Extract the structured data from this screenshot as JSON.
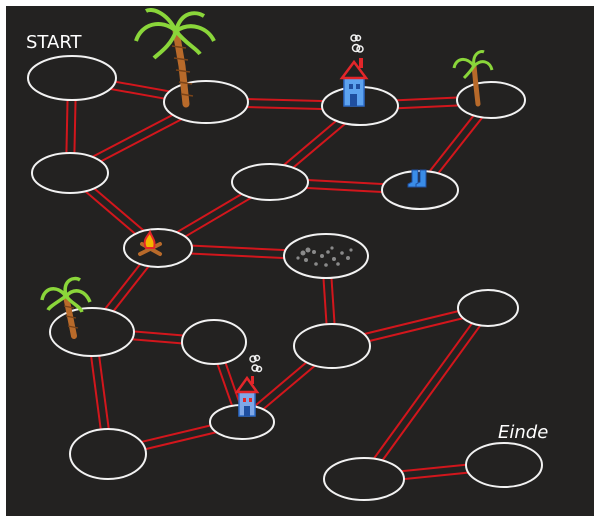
{
  "labels": {
    "start": "START",
    "end": "Einde"
  },
  "colors": {
    "background": "#232221",
    "island_outline": "#f2f2f2",
    "bridge": "#d2161c",
    "palm_leaves": "#8ad63a",
    "trunk": "#b86a2a",
    "house": "#5da3ef",
    "roof": "#e3262a",
    "stars": "#8a8a8a"
  },
  "islands": [
    {
      "id": "start",
      "icon": ""
    },
    {
      "id": "palm-top",
      "icon": "palm-tree-icon"
    },
    {
      "id": "house-top",
      "icon": "house-icon"
    },
    {
      "id": "palm-right",
      "icon": "palm-tree-icon"
    },
    {
      "id": "left-mid",
      "icon": ""
    },
    {
      "id": "center-mid",
      "icon": ""
    },
    {
      "id": "boots",
      "icon": "boots-icon"
    },
    {
      "id": "campfire",
      "icon": "campfire-icon"
    },
    {
      "id": "stars",
      "icon": "stars-icon"
    },
    {
      "id": "palm-left",
      "icon": "palm-tree-icon"
    },
    {
      "id": "small",
      "icon": ""
    },
    {
      "id": "center-low",
      "icon": ""
    },
    {
      "id": "right-low",
      "icon": ""
    },
    {
      "id": "house-low",
      "icon": "house-icon"
    },
    {
      "id": "bottom-left",
      "icon": ""
    },
    {
      "id": "bottom-mid",
      "icon": ""
    },
    {
      "id": "end",
      "icon": ""
    }
  ],
  "bridges": [
    [
      "start",
      "palm-top"
    ],
    [
      "start",
      "left-mid"
    ],
    [
      "left-mid",
      "palm-top"
    ],
    [
      "palm-top",
      "house-top"
    ],
    [
      "house-top",
      "palm-right"
    ],
    [
      "palm-right",
      "boots"
    ],
    [
      "house-top",
      "center-mid"
    ],
    [
      "center-mid",
      "boots"
    ],
    [
      "center-mid",
      "campfire"
    ],
    [
      "left-mid",
      "campfire"
    ],
    [
      "campfire",
      "stars"
    ],
    [
      "stars",
      "center-low"
    ],
    [
      "campfire",
      "palm-left"
    ],
    [
      "palm-left",
      "small"
    ],
    [
      "palm-left",
      "bottom-left"
    ],
    [
      "small",
      "house-low"
    ],
    [
      "bottom-left",
      "house-low"
    ],
    [
      "house-low",
      "center-low"
    ],
    [
      "center-low",
      "right-low"
    ],
    [
      "right-low",
      "bottom-mid"
    ],
    [
      "bottom-mid",
      "end"
    ]
  ]
}
